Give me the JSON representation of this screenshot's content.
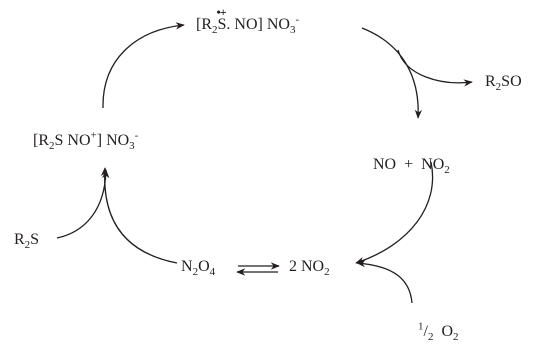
{
  "species": {
    "top": {
      "open": "[R",
      "sub1": "2",
      "s": "S",
      "rest": ". NO] NO",
      "sub2": "3",
      "sup": "-",
      "radical_mark": "•+"
    },
    "right_product": {
      "a": "R",
      "sub": "2",
      "b": "SO"
    },
    "left_complex": {
      "open": "[R",
      "sub1": "2",
      "rest": "S NO",
      "sup1": "+",
      "close": "] NO",
      "sub2": "3",
      "sup2": "-"
    },
    "right_mixture": {
      "a": "NO  +  NO",
      "sub": "2"
    },
    "substrate": {
      "a": "R",
      "sub": "2",
      "b": "S"
    },
    "dimer": {
      "a": "N",
      "sub1": "2",
      "b": "O",
      "sub2": "4"
    },
    "monomer": {
      "a": "2 NO",
      "sub": "2"
    },
    "oxygen": {
      "num": "1",
      "slash": "/",
      "den": "2",
      "o": "  O",
      "sub": "2"
    }
  },
  "colors": {
    "ink": "#231f20",
    "background": "#ffffff"
  }
}
